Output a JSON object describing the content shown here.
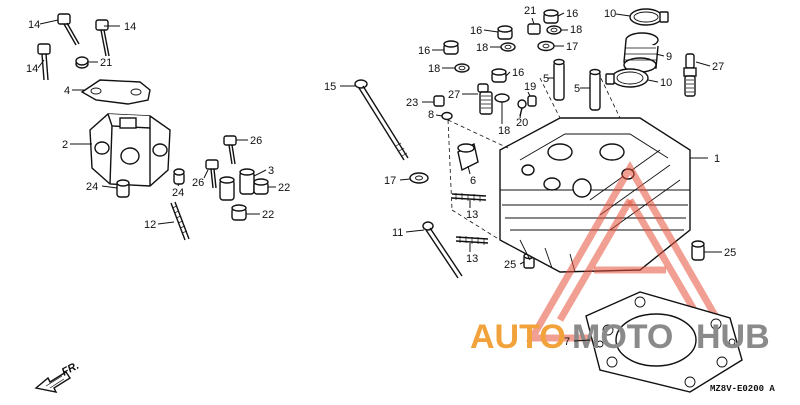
{
  "diagram": {
    "part_labels": [
      {
        "id": "p14a",
        "text": "14"
      },
      {
        "id": "p14b",
        "text": "14"
      },
      {
        "id": "p14c",
        "text": "14"
      },
      {
        "id": "p21a",
        "text": "21"
      },
      {
        "id": "p4",
        "text": "4"
      },
      {
        "id": "p2",
        "text": "2"
      },
      {
        "id": "p26a",
        "text": "26"
      },
      {
        "id": "p3",
        "text": "3"
      },
      {
        "id": "p24a",
        "text": "24"
      },
      {
        "id": "p24b",
        "text": "24"
      },
      {
        "id": "p26b",
        "text": "26"
      },
      {
        "id": "p22a",
        "text": "22"
      },
      {
        "id": "p22b",
        "text": "22"
      },
      {
        "id": "p12",
        "text": "12"
      },
      {
        "id": "p15",
        "text": "15"
      },
      {
        "id": "p16a",
        "text": "16"
      },
      {
        "id": "p18a",
        "text": "18"
      },
      {
        "id": "p16b",
        "text": "16"
      },
      {
        "id": "p18b",
        "text": "18"
      },
      {
        "id": "p21b",
        "text": "21"
      },
      {
        "id": "p16c",
        "text": "16"
      },
      {
        "id": "p18c",
        "text": "18"
      },
      {
        "id": "p17a",
        "text": "17"
      },
      {
        "id": "p18d",
        "text": "18"
      },
      {
        "id": "p16d",
        "text": "16"
      },
      {
        "id": "p10a",
        "text": "10"
      },
      {
        "id": "p9",
        "text": "9"
      },
      {
        "id": "p10b",
        "text": "10"
      },
      {
        "id": "p27a",
        "text": "27"
      },
      {
        "id": "p27b",
        "text": "27"
      },
      {
        "id": "p5a",
        "text": "5"
      },
      {
        "id": "p5b",
        "text": "5"
      },
      {
        "id": "p19",
        "text": "19"
      },
      {
        "id": "p23",
        "text": "23"
      },
      {
        "id": "p8",
        "text": "8"
      },
      {
        "id": "p20",
        "text": "20"
      },
      {
        "id": "p18e",
        "text": "18"
      },
      {
        "id": "p6",
        "text": "6"
      },
      {
        "id": "p1",
        "text": "1"
      },
      {
        "id": "p17b",
        "text": "17"
      },
      {
        "id": "p13a",
        "text": "13"
      },
      {
        "id": "p11",
        "text": "11"
      },
      {
        "id": "p13b",
        "text": "13"
      },
      {
        "id": "p25a",
        "text": "25"
      },
      {
        "id": "p25b",
        "text": "25"
      },
      {
        "id": "p7",
        "text": "7"
      }
    ],
    "front_arrow_label": "FR.",
    "diagram_code": "MZ8V-E0200 A"
  },
  "watermark": {
    "text_auto": "AUTO",
    "text_moto": "MOTO",
    "text_hub": "HUB",
    "color_red": "#e8503a",
    "color_orange": "#f2a23a",
    "color_gray": "#8a8a8a"
  }
}
